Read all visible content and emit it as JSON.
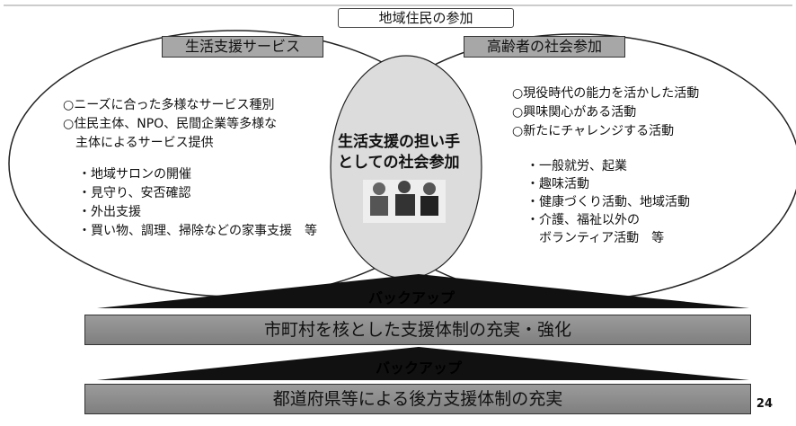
{
  "header": {
    "title": "地域住民の参加"
  },
  "left_circle": {
    "label": "生活支援サービス",
    "bullets": [
      "○ニーズに合った多様なサービス種別",
      "○住民主体、NPO、民間企業等多様な",
      "　主体によるサービス提供"
    ],
    "items": [
      "・地域サロンの開催",
      "・見守り、安否確認",
      "・外出支援",
      "・買い物、調理、掃除などの家事支援　等"
    ]
  },
  "right_circle": {
    "label": "高齢者の社会参加",
    "bullets": [
      "○現役時代の能力を活かした活動",
      "○興味関心がある活動",
      "○新たにチャレンジする活動"
    ],
    "items": [
      "・一般就労、起業",
      "・趣味活動",
      "・健康づくり活動、地域活動",
      "・介護、福祉以外の",
      "　ボランティア活動　等"
    ]
  },
  "center": {
    "line1": "生活支援の担い手",
    "line2": "としての社会参加"
  },
  "support": {
    "backup1": "バックアップ",
    "bar1": "市町村を核とした支援体制の充実・強化",
    "backup2": "バックアップ",
    "bar2": "都道府県等による後方支援体制の充実"
  },
  "page_number": "24"
}
